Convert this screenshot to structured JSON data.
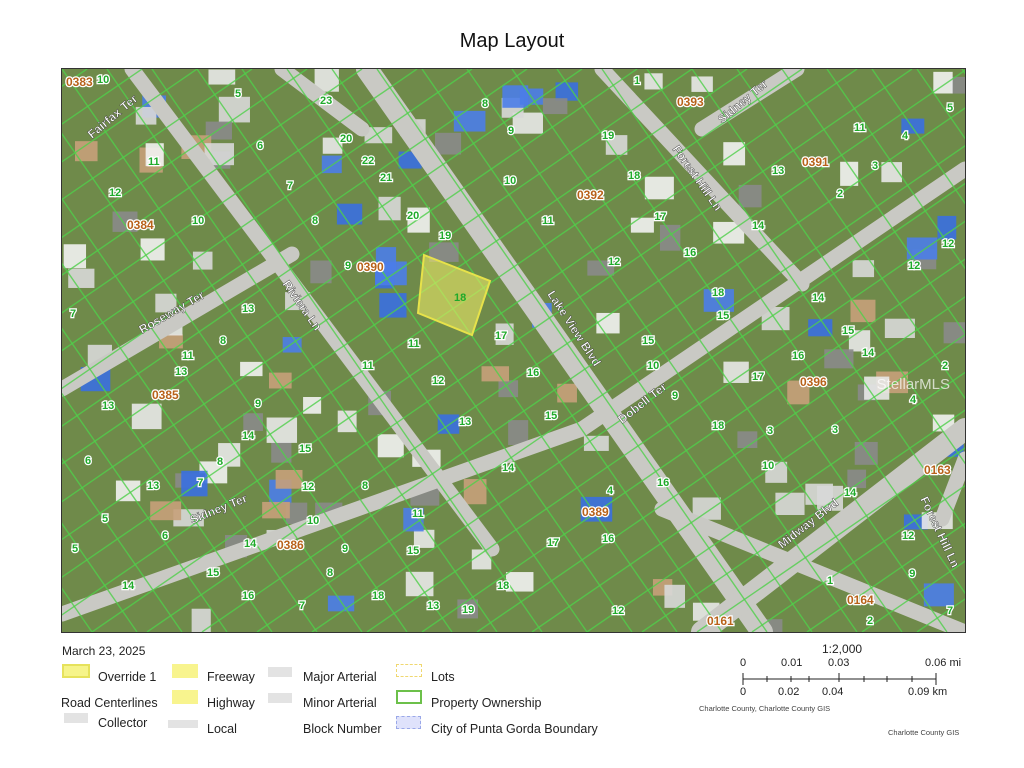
{
  "title": "Map Layout",
  "date": "March 23, 2025",
  "legend": {
    "override": "Override 1",
    "road_centerlines": "Road Centerlines",
    "collector": "Collector",
    "freeway": "Freeway",
    "highway": "Highway",
    "local": "Local",
    "major_arterial": "Major Arterial",
    "minor_arterial": "Minor Arterial",
    "block_number": "Block Number",
    "lots": "Lots",
    "property_ownership": "Property Ownership",
    "city_boundary": "City of Punta Gorda Boundary"
  },
  "scale": {
    "ratio": "1:2,000",
    "mi_ticks": [
      "0",
      "0.01",
      "0.03",
      "0.06 mi"
    ],
    "km_ticks": [
      "0",
      "0.02",
      "0.04",
      "0.09 km"
    ]
  },
  "attribution": "Charlotte County, Charlotte County GIS",
  "credit": "Charlotte County GIS",
  "watermark": "StellarMLS",
  "colors": {
    "parcel_line": "#4fd04a",
    "highlight": "#f4f06a",
    "lot_number": "#1faa2a",
    "block_number": "#b8621a",
    "road": "#c9c9c4",
    "ground": "#6f8a4a"
  },
  "map": {
    "streets": [
      "Fairfax Ter",
      "Roseway Ter",
      "Riviera Ln",
      "Sidney Ter",
      "Lake View Blvd",
      "Dobell Ter",
      "Forest Hill Ln",
      "Sidney Ter",
      "Midway Blvd",
      "Forest Hill Ln"
    ],
    "blocks": [
      "0383",
      "0384",
      "0390",
      "0392",
      "0393",
      "0391",
      "0396",
      "0385",
      "0386",
      "0389",
      "0161",
      "0164",
      "0163"
    ],
    "lots": [
      "10",
      "23",
      "8",
      "20",
      "1",
      "5",
      "5",
      "6",
      "22",
      "9",
      "19",
      "11",
      "4",
      "11",
      "21",
      "10",
      "18",
      "13",
      "3",
      "12",
      "7",
      "20",
      "11",
      "17",
      "2",
      "12",
      "10",
      "8",
      "19",
      "12",
      "16",
      "12",
      "9",
      "13",
      "18",
      "15",
      "14",
      "7",
      "11",
      "14",
      "15",
      "8",
      "10",
      "11",
      "17",
      "16",
      "17",
      "16",
      "11",
      "12",
      "15",
      "15",
      "14",
      "9",
      "15",
      "13",
      "18",
      "4",
      "9",
      "13",
      "14",
      "3",
      "8",
      "7",
      "14",
      "2",
      "6",
      "12",
      "13",
      "10",
      "15",
      "16",
      "5",
      "13",
      "17",
      "16",
      "14",
      "9",
      "4",
      "14",
      "11",
      "15",
      "18",
      "13",
      "12",
      "19",
      "8",
      "7",
      "16",
      "1",
      "2",
      "7",
      "18",
      "12",
      "5",
      "6",
      "14",
      "8",
      "10",
      "3",
      "9"
    ],
    "selected_lot": "18"
  }
}
